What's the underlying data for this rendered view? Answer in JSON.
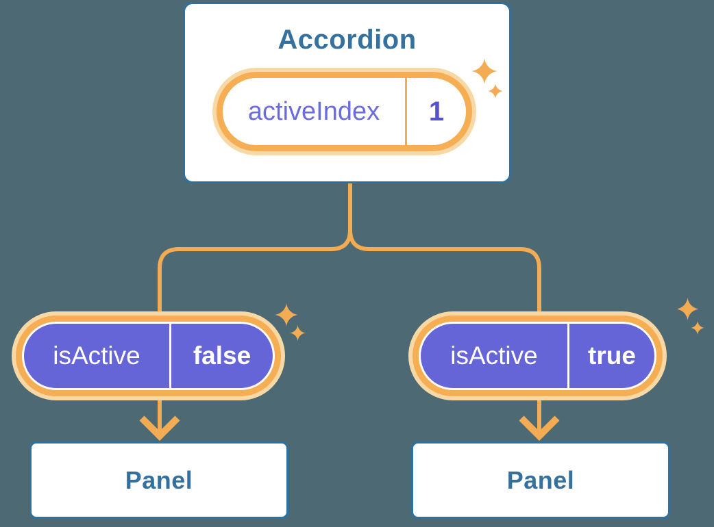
{
  "diagram": {
    "root_card": {
      "title": "Accordion",
      "state_pill": {
        "label": "activeIndex",
        "value": "1"
      }
    },
    "children": [
      {
        "prop_pill": {
          "label": "isActive",
          "value": "false"
        },
        "panel": {
          "title": "Panel"
        }
      },
      {
        "prop_pill": {
          "label": "isActive",
          "value": "true"
        },
        "panel": {
          "title": "Panel"
        }
      }
    ],
    "colors": {
      "background": "#4D6974",
      "card_border": "#2E709F",
      "card_text": "#35719E",
      "connector": "#F3AC54",
      "pill_ring_orange": "#F6AE55",
      "pill_glow_peach": "#F8D8A4",
      "prop_pill_purple": "#6565D8",
      "state_label_purple": "#6B6BE0",
      "state_value_purple": "#5353CC",
      "text_on_purple": "#FFFFFF"
    }
  }
}
